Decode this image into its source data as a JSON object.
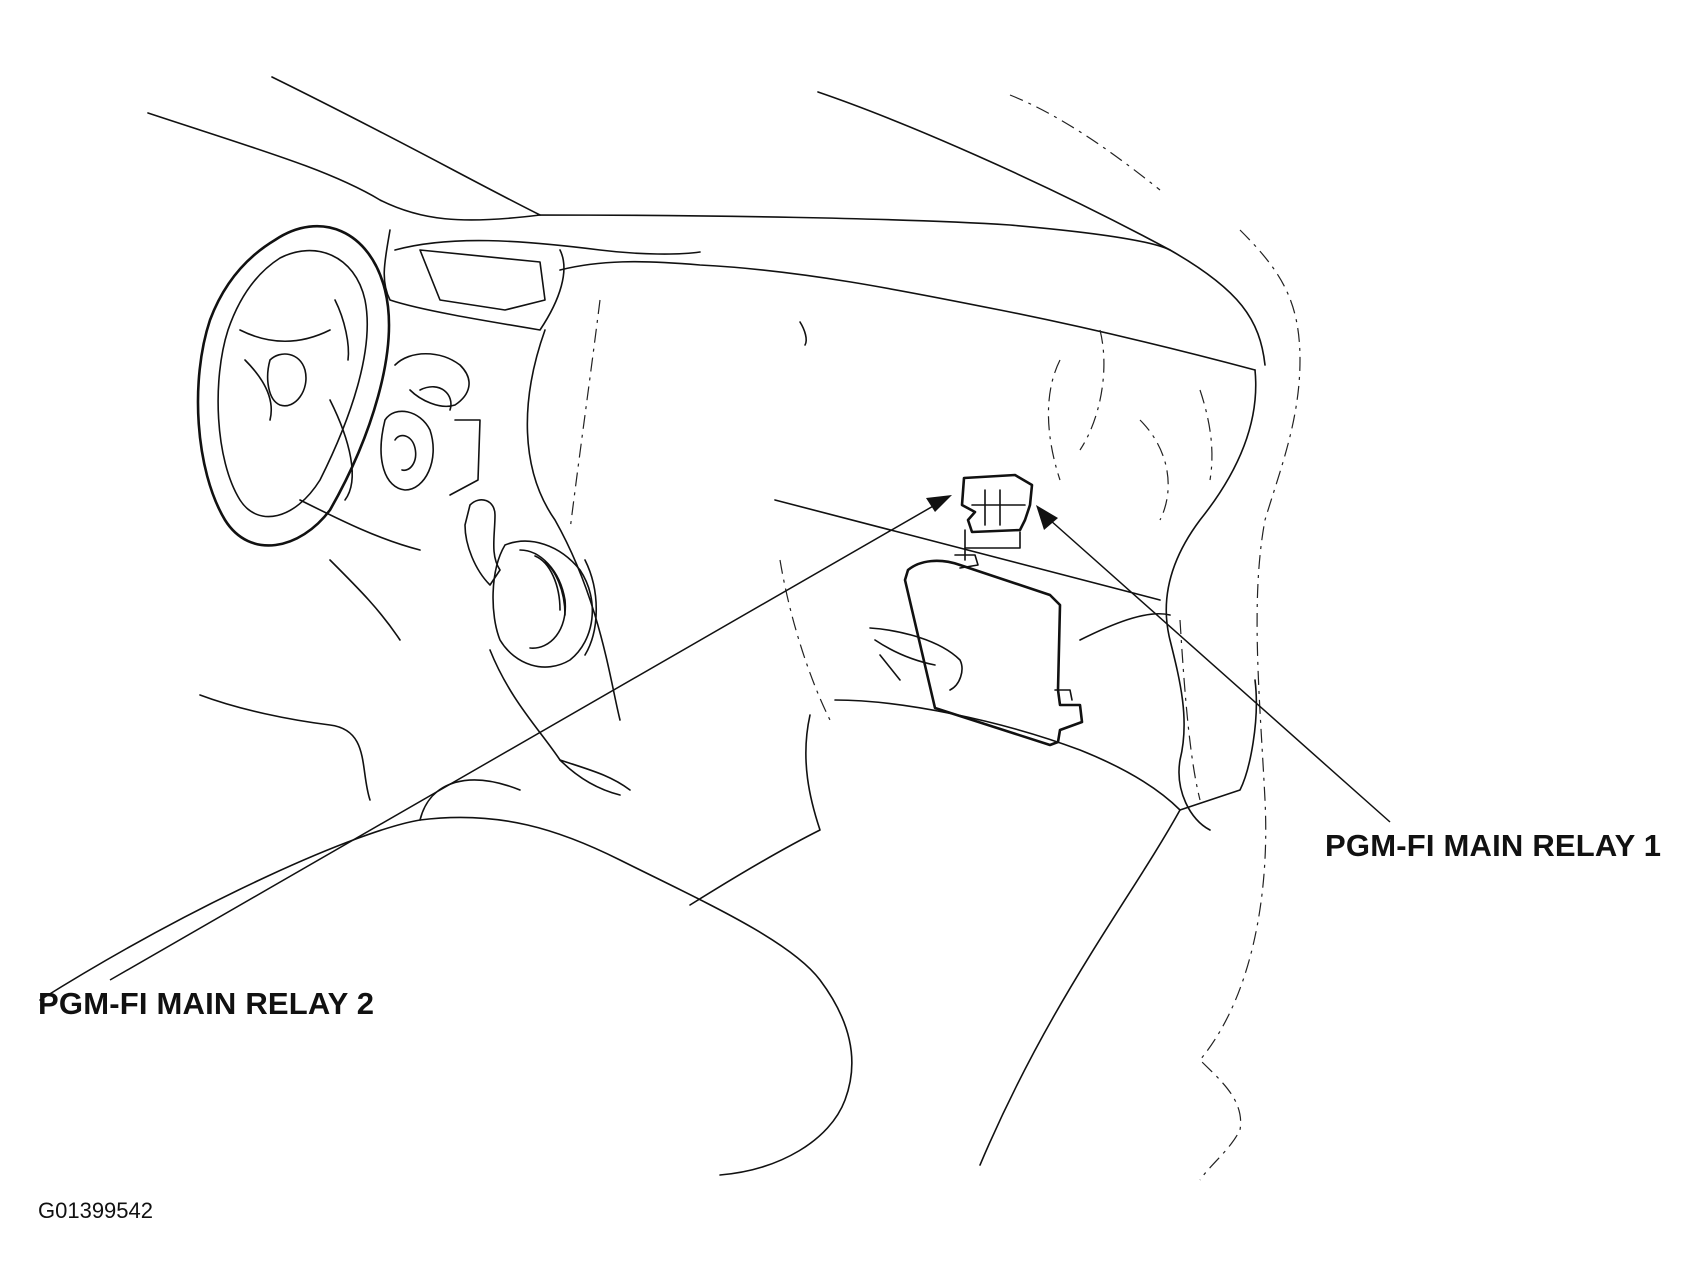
{
  "callouts": {
    "relay_1": "PGM-FI MAIN RELAY 1",
    "relay_2": "PGM-FI MAIN RELAY 2"
  },
  "figure_code": "G01399542",
  "colors": {
    "ink": "#111111",
    "background": "#ffffff"
  }
}
